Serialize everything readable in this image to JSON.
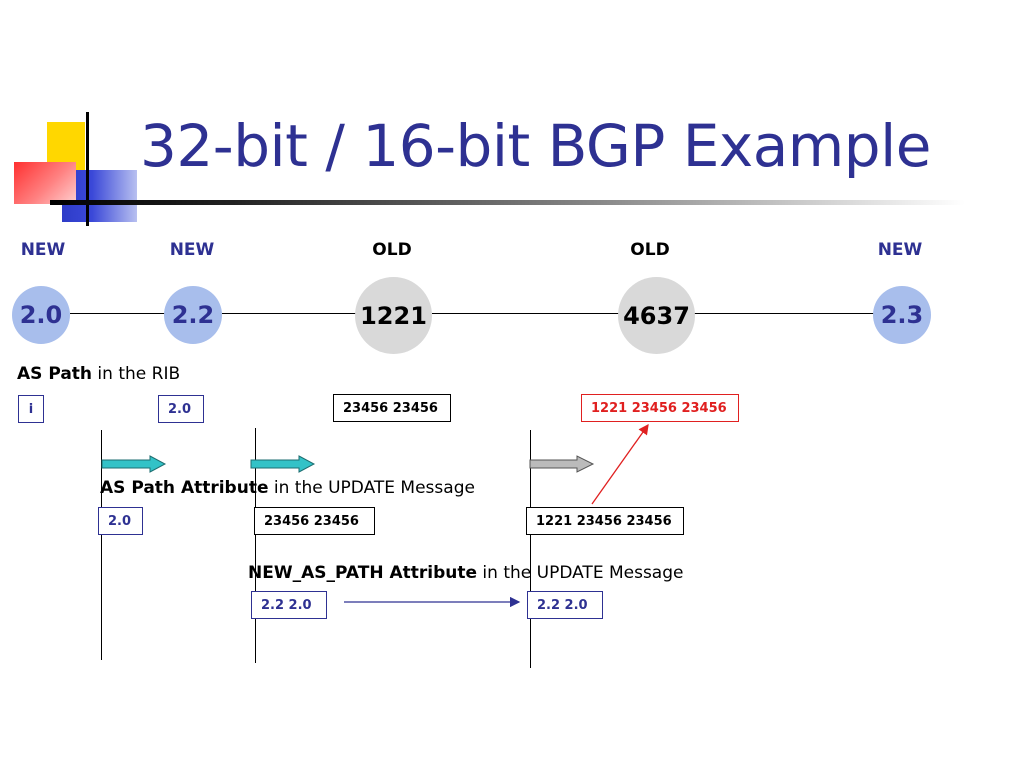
{
  "title": "32-bit / 16-bit BGP Example",
  "routers": [
    {
      "type_label": "NEW",
      "asn": "2.0",
      "kind": "new"
    },
    {
      "type_label": "NEW",
      "asn": "2.2",
      "kind": "new"
    },
    {
      "type_label": "OLD",
      "asn": "1221",
      "kind": "old"
    },
    {
      "type_label": "OLD",
      "asn": "4637",
      "kind": "old"
    },
    {
      "type_label": "NEW",
      "asn": "2.3",
      "kind": "new"
    }
  ],
  "rib": {
    "caption_bold": "AS Path",
    "caption_rest": " in the RIB",
    "entries": [
      "i",
      "2.0",
      "23456 23456",
      "1221 23456 23456"
    ]
  },
  "as_path_attr": {
    "caption_bold": "AS Path Attribute",
    "caption_rest": " in the UPDATE Message",
    "entries": [
      "2.0",
      "23456  23456",
      "1221 23456 23456"
    ]
  },
  "new_as_path_attr": {
    "caption_bold": "NEW_AS_PATH Attribute",
    "caption_rest": " in the UPDATE Message",
    "entries": [
      "2.2  2.0",
      "2.2  2.0"
    ]
  },
  "colors": {
    "title": "#2E3192",
    "new_node": "#A8BEEC",
    "old_node": "#D9D9D9",
    "new_text": "#2E3192",
    "highlight_red": "#E02020",
    "arrow_teal": "#33C2C7",
    "arrow_gray": "#BBBBBB"
  }
}
